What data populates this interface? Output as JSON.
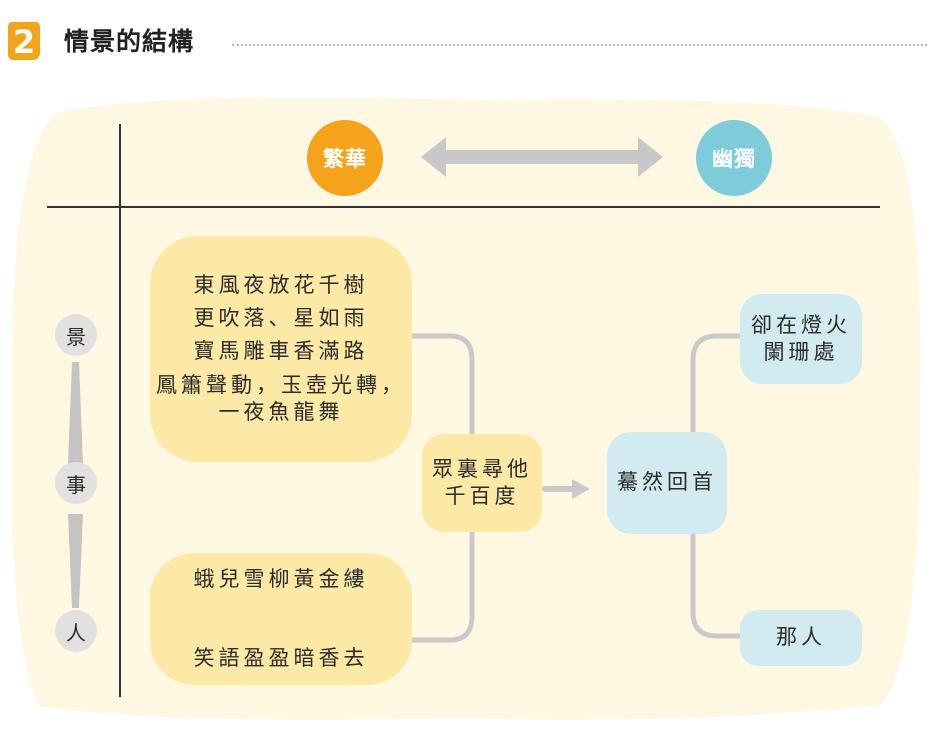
{
  "header": {
    "number": "2",
    "title": "情景的結構"
  },
  "axis": {
    "left": "繁華",
    "right": "幽獨"
  },
  "vertical": {
    "top": "景",
    "middle": "事",
    "bottom": "人"
  },
  "nodes": {
    "scene": [
      "東風夜放花千樹",
      "更吹落、星如雨",
      "寶馬雕車香滿路",
      "鳳簫聲動，玉壺光轉，",
      "一夜魚龍舞"
    ],
    "people": {
      "top": "蛾兒雪柳黃金縷",
      "bottom": "笑語盈盈暗香去"
    },
    "search": [
      "眾裏尋他",
      "千百度"
    ],
    "turn": "驀然回首",
    "lights": [
      "卻在燈火",
      "闌珊處"
    ],
    "person": "那人"
  },
  "colors": {
    "accent_orange": "#f5a31a",
    "accent_blue": "#7ecbd9",
    "panel_bg": "#fef7e2",
    "node_yellow": "#fde9a6",
    "node_blue": "#d2ebf1",
    "connector": "#c9c9c9"
  }
}
